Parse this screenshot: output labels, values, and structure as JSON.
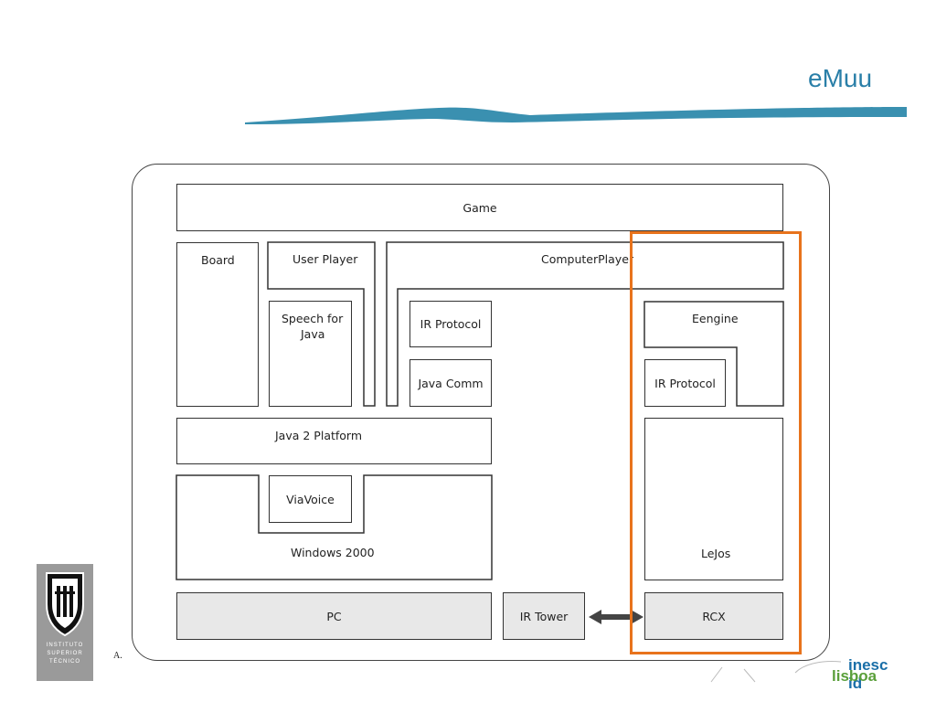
{
  "header": {
    "title": "eMuu"
  },
  "diagram": {
    "game": "Game",
    "board": "Board",
    "user_player": "User Player",
    "computer_player": "ComputerPlayer",
    "speech_for_java": [
      "Speech for",
      "Java"
    ],
    "ir_protocol_left": "IR Protocol",
    "java_comm": "Java Comm",
    "eengine": "Eengine",
    "ir_protocol_right": "IR Protocol",
    "java2_platform": "Java 2 Platform",
    "viavoice": "ViaVoice",
    "windows2000": "Windows 2000",
    "lejos": "LeJos",
    "pc": "PC",
    "ir_tower": "IR Tower",
    "rcx": "RCX"
  },
  "footer": {
    "note": "A.",
    "ist_lines": [
      "INSTITUTO",
      "SUPERIOR",
      "TÉCNICO"
    ],
    "inesc_top": "inesc id",
    "inesc_bottom": "lisboa"
  },
  "colors": {
    "highlight": "#e8731c",
    "title": "#2a7fa8",
    "swoosh": "#3a90b0"
  }
}
